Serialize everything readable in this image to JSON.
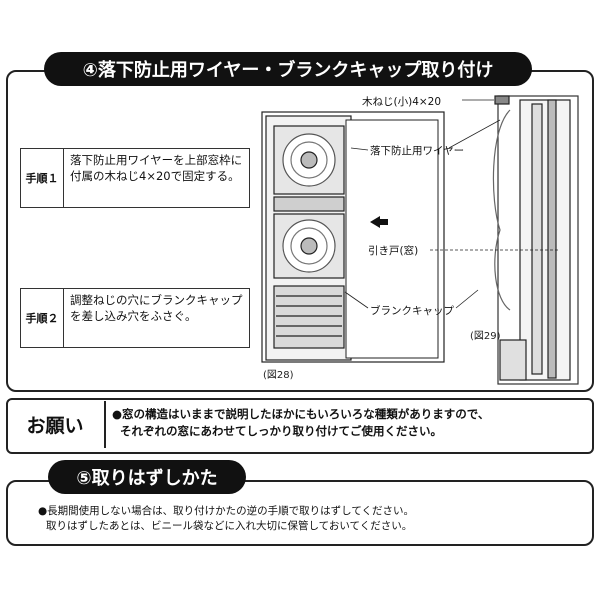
{
  "section4": {
    "title": "④落下防止用ワイヤー・ブランクキャップ取り付け",
    "steps": [
      {
        "label": "手順１",
        "text_line1": "落下防止用ワイヤーを上部窓枠に",
        "text_line2": "付属の木ねじ4×20で固定する。"
      },
      {
        "label": "手順２",
        "text_line1": "調整ねじの穴にブランクキャップ",
        "text_line2": "を差し込み穴をふさぐ。"
      }
    ],
    "figures": {
      "fig28": "(図28)",
      "fig29": "(図29)"
    },
    "callouts": {
      "screw": "木ねじ(小)4×20",
      "wire": "落下防止用ワイヤー",
      "sliding_door": "引き戸(窓)",
      "blank_cap": "ブランクキャップ"
    }
  },
  "request": {
    "label": "お願い",
    "line1": "●窓の構造はいままで説明したほかにもいろいろな種類がありますので、",
    "line2": "それぞれの窓にあわせてしっかり取り付けてご使用ください。"
  },
  "section5": {
    "title": "⑤取りはずしかた",
    "line1": "●長期間使用しない場合は、取り付けかたの逆の手順で取りはずしてください。",
    "line2": "取りはずしたあとは、ビニール袋などに入れ大切に保管しておいてください。"
  },
  "colors": {
    "ink": "#111111",
    "fan_gray": "#9a9a9a",
    "panel": "#d9d9d9"
  }
}
